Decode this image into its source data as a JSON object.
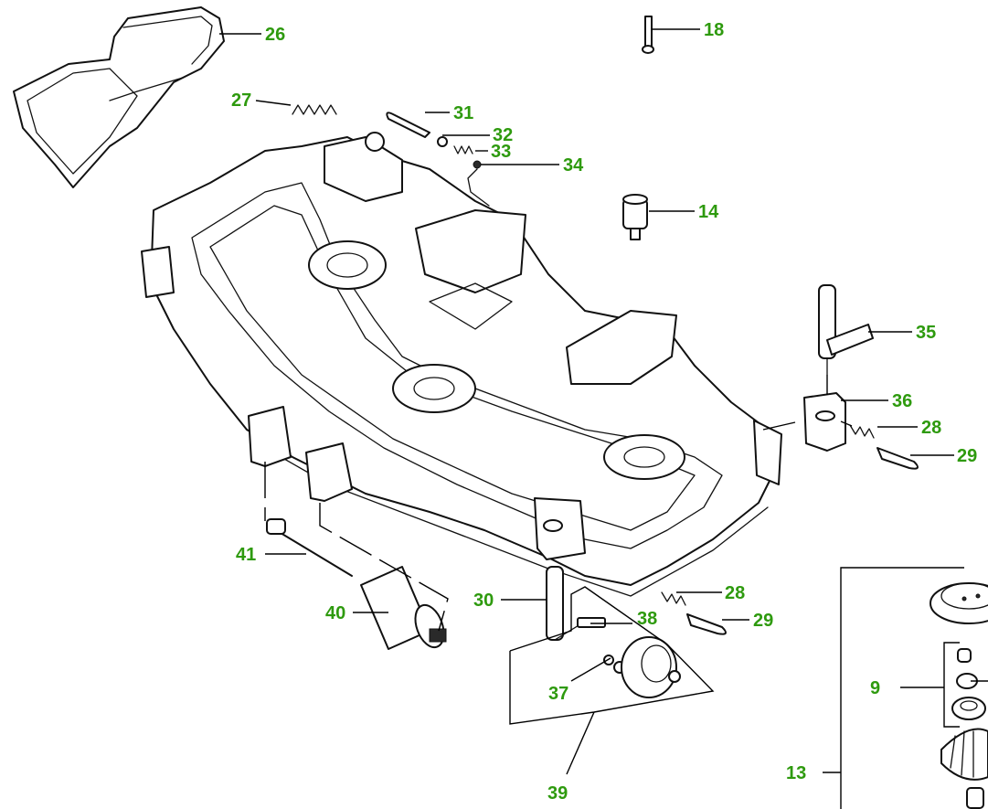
{
  "label_color": "#2e9a0e",
  "callouts": [
    {
      "id": "c26",
      "text": "26"
    },
    {
      "id": "c18",
      "text": "18"
    },
    {
      "id": "c27",
      "text": "27"
    },
    {
      "id": "c31",
      "text": "31"
    },
    {
      "id": "c32",
      "text": "32"
    },
    {
      "id": "c33",
      "text": "33"
    },
    {
      "id": "c34",
      "text": "34"
    },
    {
      "id": "c14",
      "text": "14"
    },
    {
      "id": "c35",
      "text": "35"
    },
    {
      "id": "c36",
      "text": "36"
    },
    {
      "id": "c28a",
      "text": "28"
    },
    {
      "id": "c29a",
      "text": "29"
    },
    {
      "id": "c41",
      "text": "41"
    },
    {
      "id": "c40",
      "text": "40"
    },
    {
      "id": "c30",
      "text": "30"
    },
    {
      "id": "c28b",
      "text": "28"
    },
    {
      "id": "c29b",
      "text": "29"
    },
    {
      "id": "c38",
      "text": "38"
    },
    {
      "id": "c37",
      "text": "37"
    },
    {
      "id": "c39",
      "text": "39"
    },
    {
      "id": "c9",
      "text": "9"
    },
    {
      "id": "c13",
      "text": "13"
    }
  ],
  "parts": [
    "mower-deck",
    "discharge-chute",
    "chute-spring",
    "deck-bolt",
    "spindle-stud",
    "hair-pin-clip",
    "washer",
    "spring",
    "nut",
    "gauge-wheel-arm",
    "arm-bracket",
    "adjuster-spring",
    "lynch-pin",
    "roller-shaft",
    "deck-roller",
    "wheel-pin",
    "wheel-bolt",
    "bushing",
    "gauge-wheel",
    "spindle-pulley",
    "bearing-set",
    "blade-housing"
  ]
}
